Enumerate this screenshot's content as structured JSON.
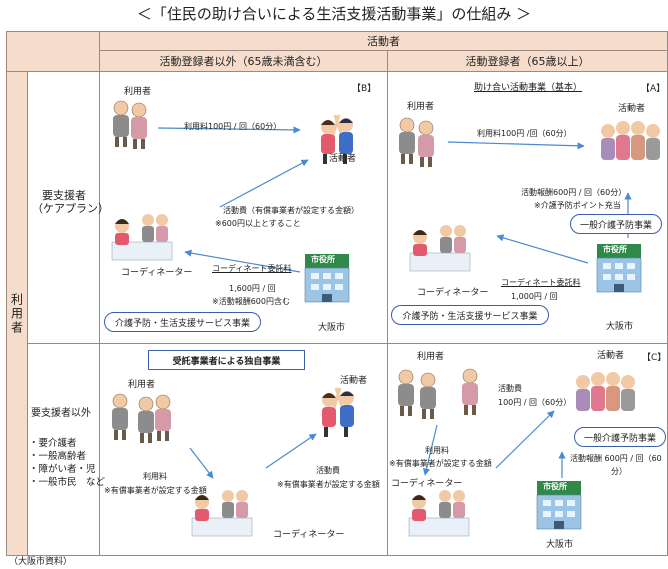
{
  "title": "＜「住民の助け合いによる生活支援活動事業」の仕組み ＞",
  "source_note": "（大阪市資料）",
  "header": {
    "top": "活動者",
    "col_b": "活動登録者以外（65歳未満含む）",
    "col_a": "活動登録者（65歳以上）",
    "row_side": "利用者"
  },
  "rows": {
    "row1_label_line1": "要支援者",
    "row1_label_line2": "（ケアプラン）",
    "row2_label_line1": "要支援者以外",
    "row2_items": [
      "・要介護者",
      "・一般高齢者",
      "・障がい者・児",
      "・一般市民　など"
    ]
  },
  "cell_b1": {
    "tag": "【B】",
    "user": "利用者",
    "fee": "利用料100円 / 回（60分）",
    "activist": "活動者",
    "cost_line1": "活動費（有償事業者が設定する金額）",
    "cost_line2": "※600円以上とすること",
    "coordinator": "コーディネーター",
    "consign_title": "コーディネート委託料",
    "consign_amount": "1,600円 / 回",
    "consign_note": "※活動報酬600円含む",
    "service_oval": "介護予防・生活支援サービス事業",
    "city": "大阪市",
    "city_sign": "市役所"
  },
  "cell_a1": {
    "tag": "【A】",
    "heading": "助け合い活動事業（基本）",
    "user": "利用者",
    "activist": "活動者",
    "fee": "利用料100円 /回（60分）",
    "reward_line1": "活動報酬600円 / 回（60分）",
    "reward_line2": "※介護予防ポイント充当",
    "prevention_oval": "一般介護予防事業",
    "coordinator": "コーディネーター",
    "consign_title": "コーディネート委託料",
    "consign_amount": "1,000円 / 回",
    "service_oval": "介護予防・生活支援サービス事業",
    "city": "大阪市",
    "city_sign": "市役所"
  },
  "cell_b2": {
    "box": "受託事業者による独自事業",
    "user": "利用者",
    "activist": "活動者",
    "fee_line1": "利用料",
    "fee_line2": "※有償事業者が設定する金額",
    "cost_line1": "活動費",
    "cost_line2": "※有償事業者が設定する金額",
    "coordinator": "コーディネーター"
  },
  "cell_a2": {
    "tag": "【C】",
    "user": "利用者",
    "activist": "活動者",
    "cost_line1": "活動費",
    "cost_line2": "100円 / 回（60分）",
    "fee_line1": "利用料",
    "fee_line2": "※有償事業者が設定する金額",
    "coordinator": "コーディネーター",
    "prevention_oval": "一般介護予防事業",
    "reward_line1": "活動報酬 600円 / 回（60",
    "reward_line2": "分）",
    "city": "大阪市",
    "city_sign": "市役所"
  }
}
